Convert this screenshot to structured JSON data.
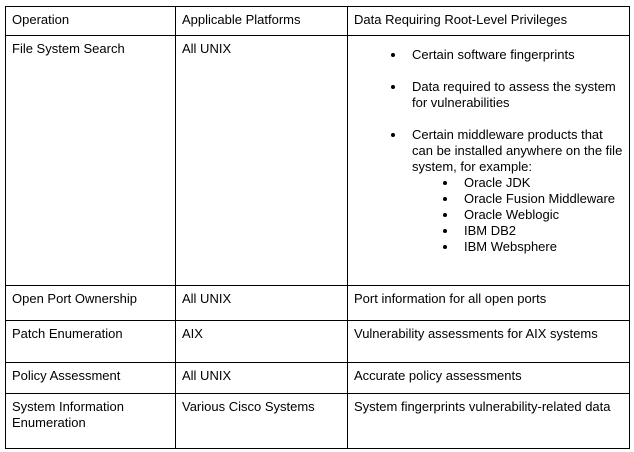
{
  "page": {
    "background_color": "#ffffff",
    "border_color": "#000000",
    "text_color": "#000000"
  },
  "table": {
    "headers": {
      "operation": "Operation",
      "platforms": "Applicable Platforms",
      "privileges": "Data Requiring Root-Level Privileges"
    },
    "rows": [
      {
        "operation": "File System Search",
        "platforms": "All UNIX",
        "privileges_list": [
          {
            "text": "Certain software fingerprints"
          },
          {
            "text": "Data required to assess the system for vulnerabilities"
          },
          {
            "text": "Certain middleware products that can be installed anywhere on the file system, for example:",
            "sub_items": [
              "Oracle JDK",
              "Oracle Fusion Middleware",
              "Oracle Weblogic",
              "IBM DB2",
              "IBM Websphere"
            ]
          }
        ]
      },
      {
        "operation": "Open Port Ownership",
        "platforms": "All UNIX",
        "privileges": "Port information for all open ports"
      },
      {
        "operation": "Patch Enumeration",
        "platforms": "AIX",
        "privileges": "Vulnerability assessments for AIX systems"
      },
      {
        "operation": "Policy Assessment",
        "platforms": "All UNIX",
        "privileges": "Accurate policy assessments"
      },
      {
        "operation": "System Information Enumeration",
        "platforms": "Various Cisco Systems",
        "privileges": "System fingerprints vulnerability-related data"
      }
    ]
  }
}
